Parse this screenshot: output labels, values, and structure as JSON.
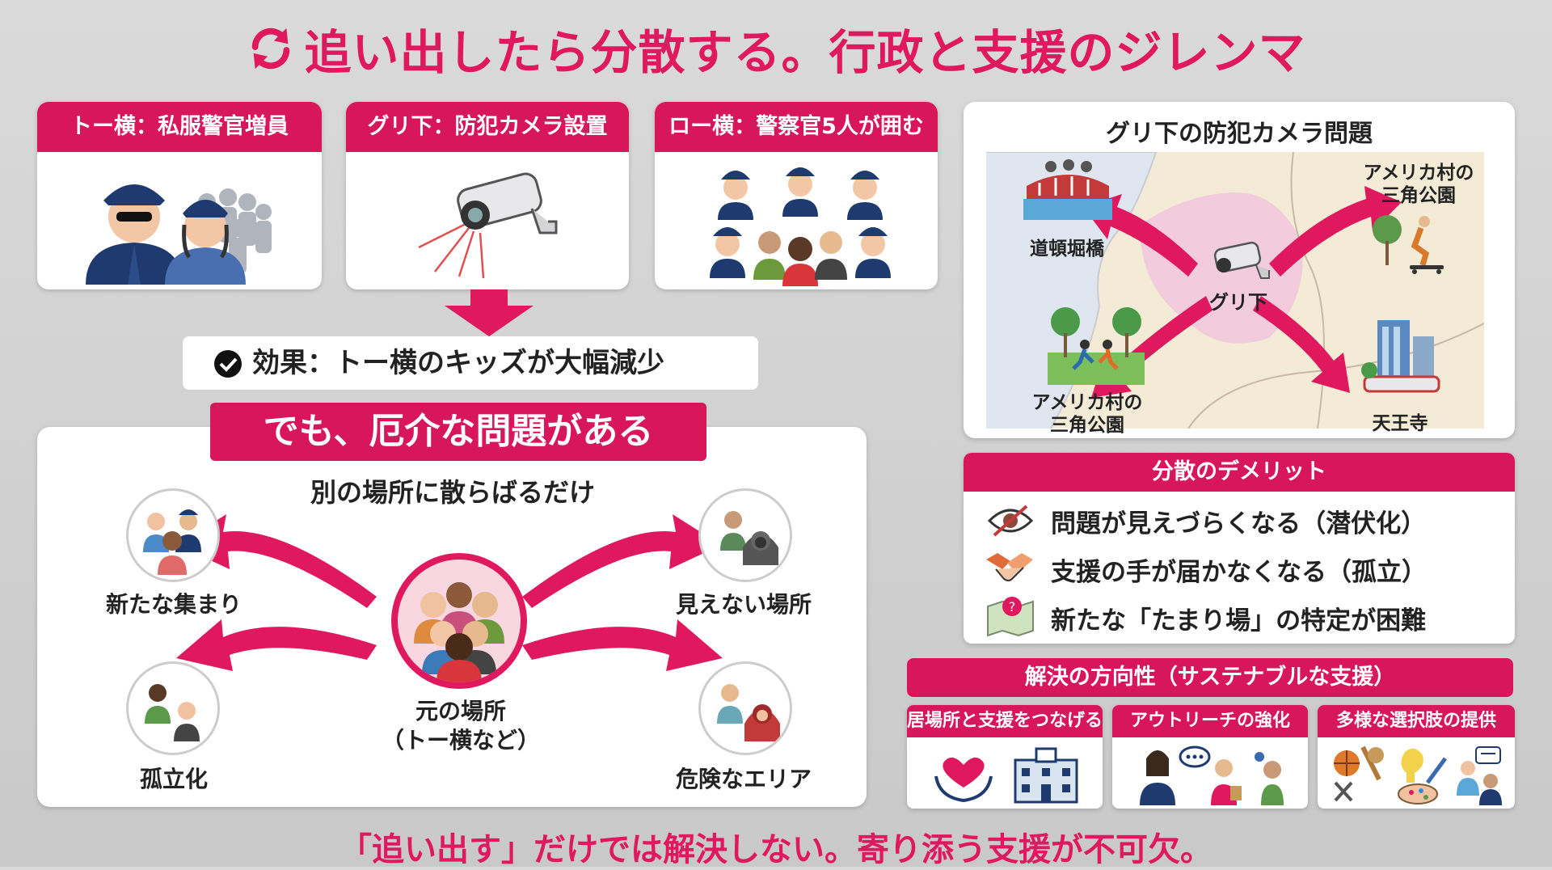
{
  "title": "追い出したら分散する。行政と支援のジレンマ",
  "cards": [
    {
      "label": "トー横：私服警官増員"
    },
    {
      "label": "グリ下：防犯カメラ設置"
    },
    {
      "label": "ロー横：警察官5人が囲む"
    }
  ],
  "effect": "効果：トー横のキッズが大幅減少",
  "problem_badge": "でも、厄介な問題がある",
  "scatter": {
    "heading": "別の場所に散らばるだけ",
    "center": "元の場所",
    "center_sub": "（トー横など）",
    "destinations": [
      "新たな集まり",
      "見えない場所",
      "孤立化",
      "危険なエリア"
    ]
  },
  "map": {
    "title": "グリ下の防犯カメラ問題",
    "center": "グリ下",
    "places": [
      "道頓堀橋",
      "アメリカ村の",
      "三角公園",
      "アメリカ村の",
      "三角公園",
      "天王寺"
    ]
  },
  "demerits": {
    "title": "分散のデメリット",
    "items": [
      "問題が見えづらくなる（潜伏化）",
      "支援の手が届かなくなる（孤立）",
      "新たな「たまり場」の特定が困難"
    ]
  },
  "solutions": {
    "title": "解決の方向性（サステナブルな支援）",
    "items": [
      "居場所と支援をつなげる",
      "アウトリーチの強化",
      "多様な選択肢の提供"
    ]
  },
  "footer": "「追い出す」だけでは解決しない。寄り添う支援が不可欠。",
  "colors": {
    "accent": "#d8165a",
    "navy": "#1f3a6e",
    "background": "#d0d0d0"
  }
}
